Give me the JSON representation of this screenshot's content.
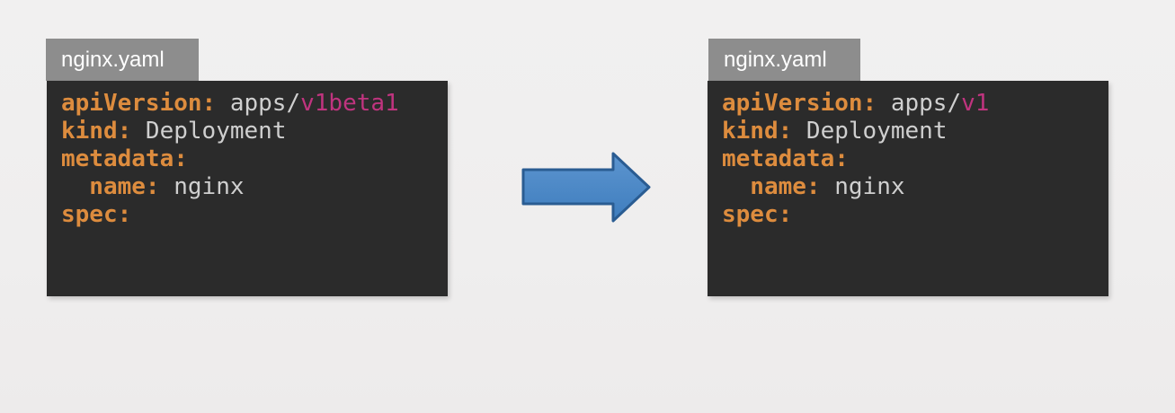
{
  "panels": [
    {
      "role": "before",
      "tab_label": "nginx.yaml",
      "code_lines": [
        [
          {
            "t": "apiVersion:",
            "c": "key"
          },
          {
            "t": " apps/",
            "c": "val"
          },
          {
            "t": "v1beta1",
            "c": "ver"
          }
        ],
        [
          {
            "t": "kind:",
            "c": "key"
          },
          {
            "t": " Deployment",
            "c": "val"
          }
        ],
        [
          {
            "t": "metadata:",
            "c": "key"
          }
        ],
        [
          {
            "t": "  name:",
            "c": "key"
          },
          {
            "t": " nginx",
            "c": "val"
          }
        ],
        [
          {
            "t": "spec:",
            "c": "key"
          }
        ]
      ]
    },
    {
      "role": "after",
      "tab_label": "nginx.yaml",
      "code_lines": [
        [
          {
            "t": "apiVersion:",
            "c": "key"
          },
          {
            "t": " apps/",
            "c": "val"
          },
          {
            "t": "v1",
            "c": "ver"
          }
        ],
        [
          {
            "t": "kind:",
            "c": "key"
          },
          {
            "t": " Deployment",
            "c": "val"
          }
        ],
        [
          {
            "t": "metadata:",
            "c": "key"
          }
        ],
        [
          {
            "t": "  name:",
            "c": "key"
          },
          {
            "t": " nginx",
            "c": "val"
          }
        ],
        [
          {
            "t": "spec:",
            "c": "key"
          }
        ]
      ]
    }
  ],
  "arrow": {
    "direction": "right",
    "fill_top": "#5d95cf",
    "fill_bottom": "#3e7dbe",
    "stroke": "#2a5c92"
  },
  "colors": {
    "key": "#dd8c3e",
    "val": "#cfcfcf",
    "ver": "#c0347f",
    "tab_bg": "#8d8d8d",
    "tab_text": "#ffffff",
    "code_bg": "#2b2b2b",
    "background": "#efeeee"
  }
}
